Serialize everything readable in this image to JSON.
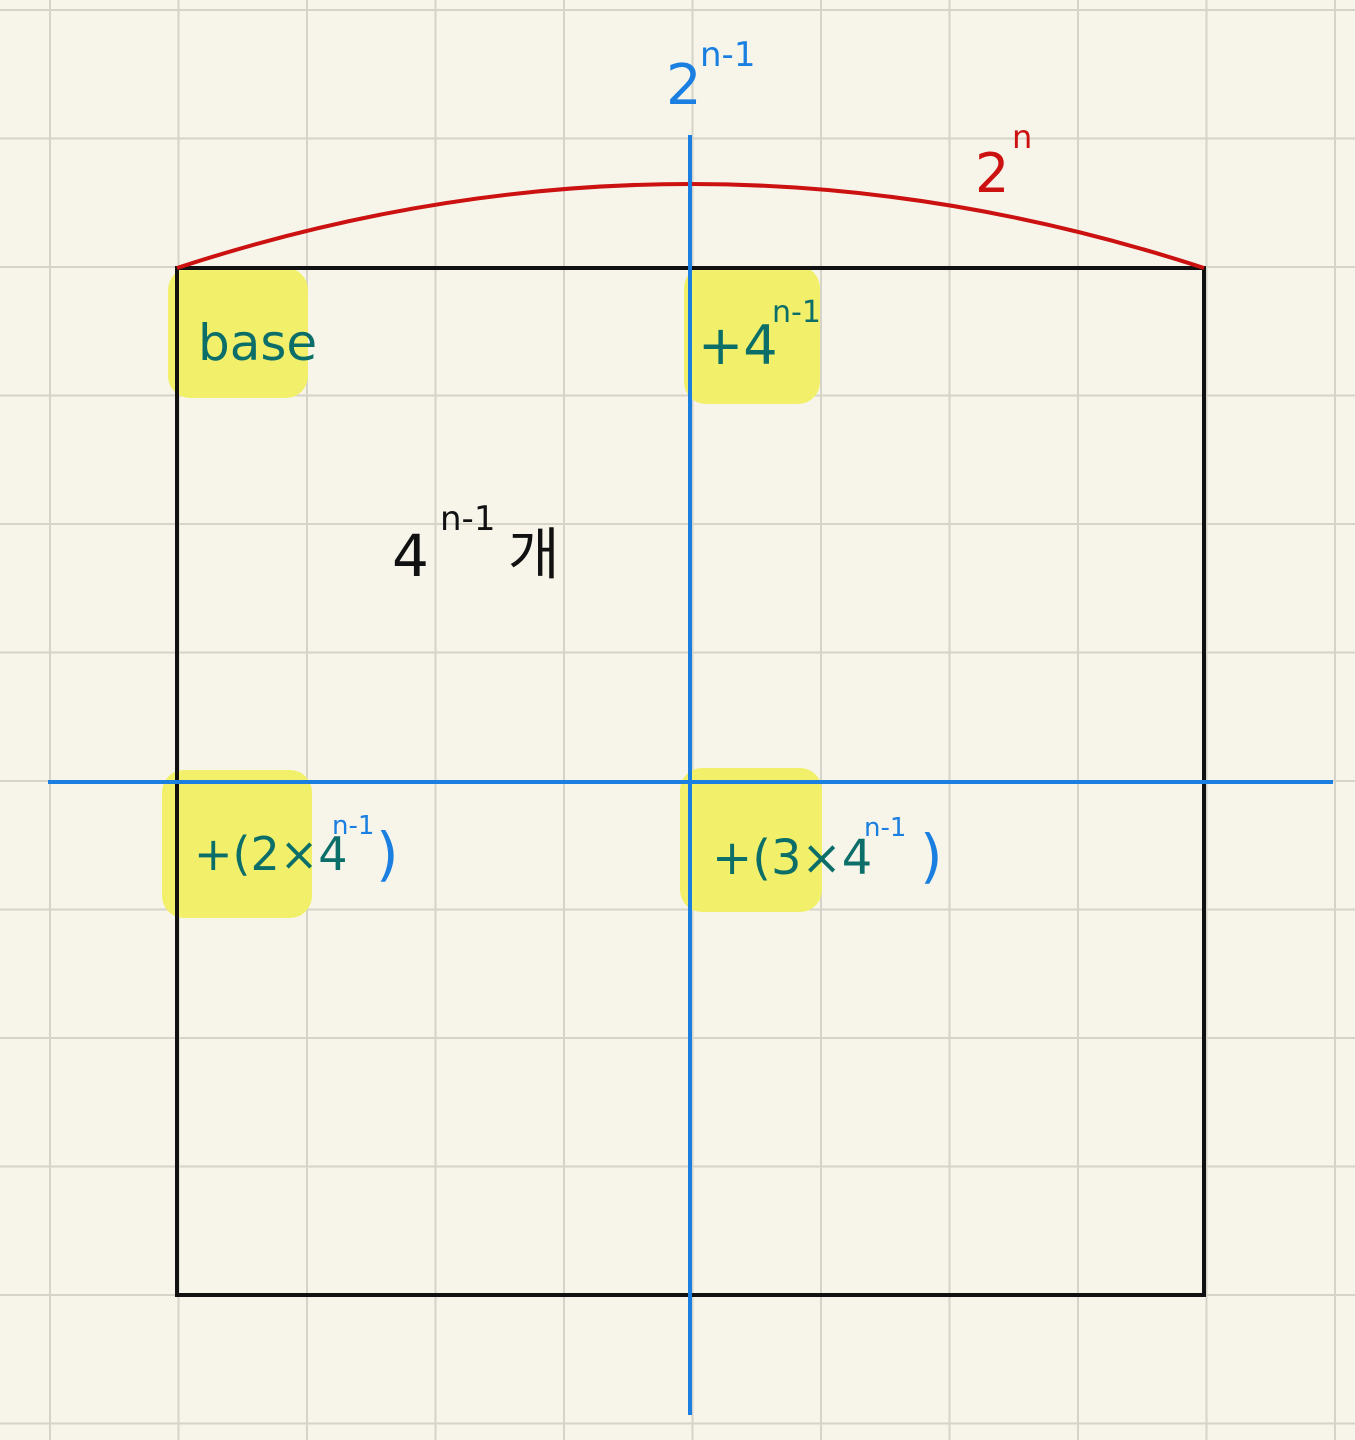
{
  "colors": {
    "paper": "#f7f5ea",
    "grid": "#d6d3c8",
    "square": "#111111",
    "axis": "#1a7fe0",
    "arc": "#cc1111",
    "highlight": "#f2f06a",
    "teal_text": "#0b6e69",
    "black_text": "#111111"
  },
  "labels": {
    "top_half_size": "2",
    "top_half_exp": "n-1",
    "full_size": "2",
    "full_size_exp": "n",
    "count_base": "4",
    "count_exp": "n-1",
    "count_unit": "개",
    "q1": "base",
    "q2_prefix": "+4",
    "q2_exp": "n-1",
    "q3_prefix": "+(2×4",
    "q3_exp": "n-1",
    "q3_suffix": ")",
    "q4_prefix": "+(3×4",
    "q4_exp": "n-1",
    "q4_suffix": ")"
  }
}
